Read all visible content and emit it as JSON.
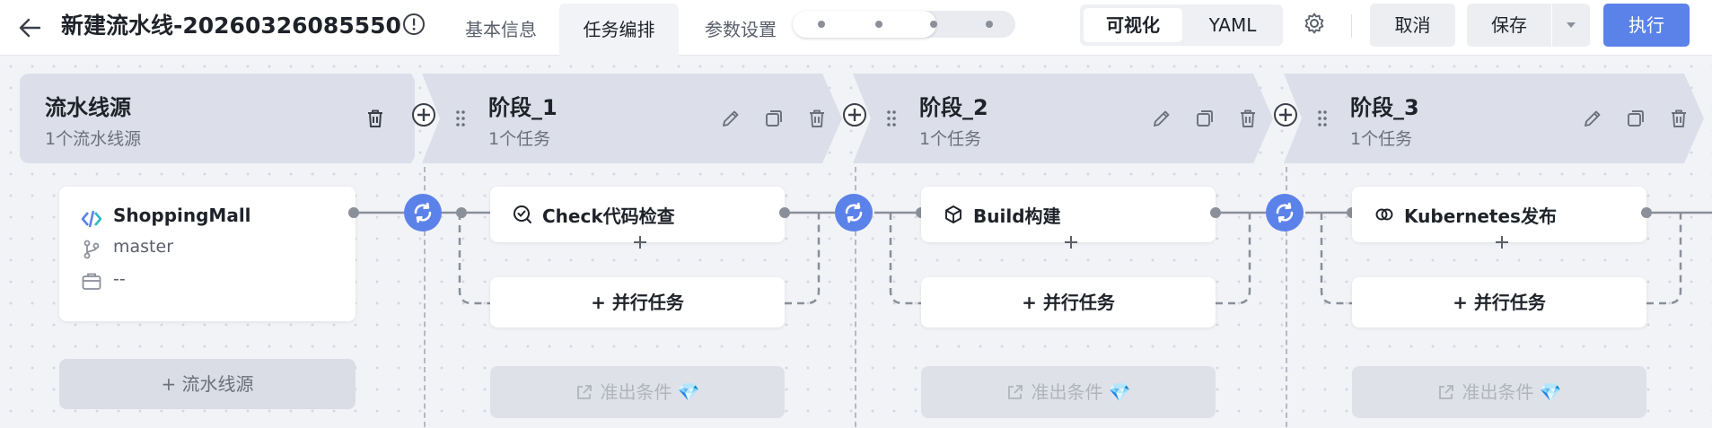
{
  "header": {
    "title": "新建流水线-20260326085550",
    "tabs": [
      {
        "label": "基本信息",
        "active": false
      },
      {
        "label": "任务编排",
        "active": true
      },
      {
        "label": "参数设置",
        "active": false
      }
    ],
    "view_modes": [
      "可视化",
      "YAML"
    ],
    "active_view": "可视化",
    "buttons": {
      "cancel": "取消",
      "save": "保存",
      "run": "执行"
    },
    "colors": {
      "primary": "#5b82e8",
      "stage_bg": "#dcdfea"
    }
  },
  "source_stage": {
    "title": "流水线源",
    "subtitle": "1个流水线源",
    "source": {
      "name": "ShoppingMall",
      "branch": "master",
      "env": "--"
    },
    "add_source_label": "+ 流水线源"
  },
  "stages": [
    {
      "title": "阶段_1",
      "subtitle": "1个任务",
      "task": "Check代码检查",
      "task_icon": "check-scan-icon",
      "parallel_label": "+ 并行任务",
      "exit_label": "准出条件 💎"
    },
    {
      "title": "阶段_2",
      "subtitle": "1个任务",
      "task": "Build构建",
      "task_icon": "cube-icon",
      "parallel_label": "+ 并行任务",
      "exit_label": "准出条件 💎"
    },
    {
      "title": "阶段_3",
      "subtitle": "1个任务",
      "task": "Kubernetes发布",
      "task_icon": "kubernetes-icon",
      "parallel_label": "+ 并行任务",
      "exit_label": "准出条件 💎"
    }
  ]
}
